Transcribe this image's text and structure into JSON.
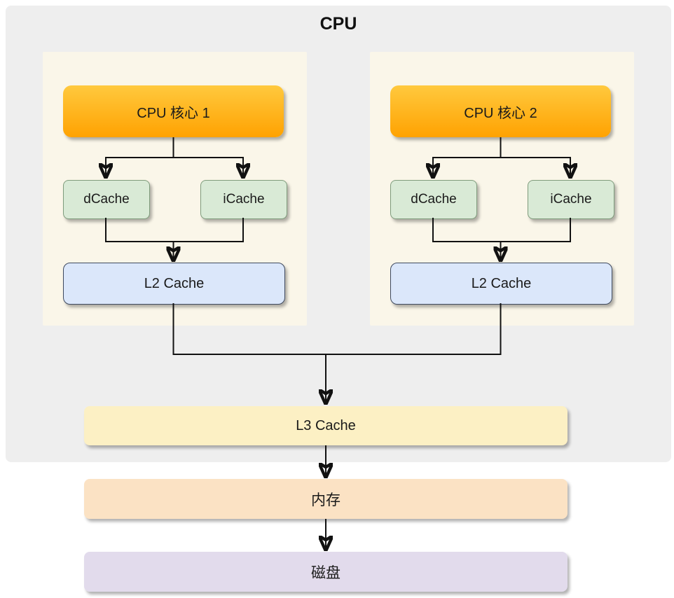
{
  "title": "CPU",
  "cores": [
    {
      "name": "CPU 核心 1",
      "dcache": "dCache",
      "icache": "iCache",
      "l2": "L2 Cache"
    },
    {
      "name": "CPU 核心 2",
      "dcache": "dCache",
      "icache": "iCache",
      "l2": "L2 Cache"
    }
  ],
  "shared_levels": {
    "l3": "L3 Cache",
    "memory": "内存",
    "disk": "磁盘"
  },
  "colors": {
    "page_bg": "#ffffff",
    "cpu_container_bg": "#eeeeee",
    "core_panel_bg": "#faf6e9",
    "core_fill_top": "#ffc93e",
    "core_fill_bottom": "#ffa201",
    "cache_fill": "#d9ead6",
    "cache_border": "#7f9c7c",
    "l2_fill": "#dbe7fa",
    "l2_border": "#3f4a5f",
    "l3_fill": "#fcf0c4",
    "memory_fill": "#fbe2c4",
    "disk_fill": "#e2dbec",
    "line": "#111111",
    "text": "#1a1a1a"
  }
}
